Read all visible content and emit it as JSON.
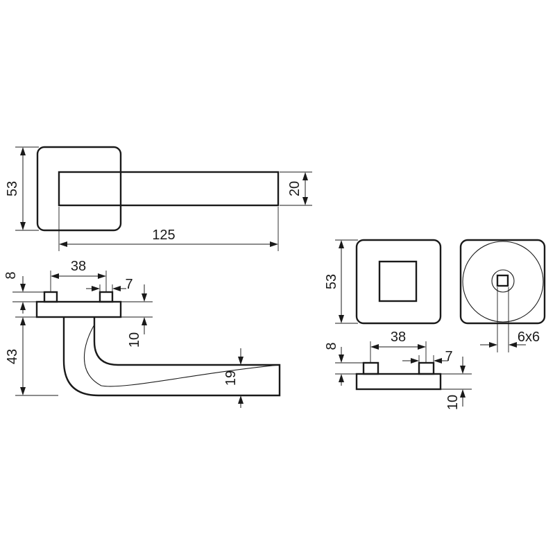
{
  "drawing": {
    "line_color": "#1a1a1a",
    "background": "#ffffff",
    "dimensions": {
      "rose_height": "53",
      "handle_width": "20",
      "handle_length": "125",
      "pin_offset": "8",
      "pin_spacing": "38",
      "pin_width": "7",
      "base_thickness": "10",
      "drop_height": "43",
      "grip_thickness": "19",
      "escutcheon_height": "53",
      "esc_pin_offset": "8",
      "esc_pin_spacing": "38",
      "esc_pin_width": "7",
      "esc_base_thickness": "10",
      "spindle_size": "6x6"
    }
  }
}
